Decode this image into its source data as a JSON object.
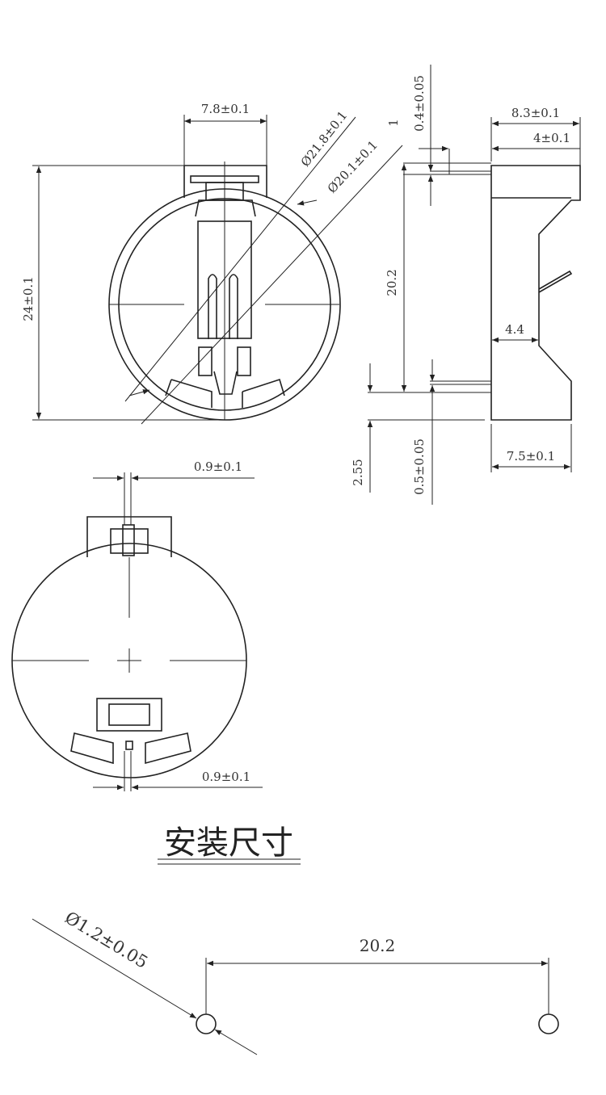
{
  "top_view": {
    "width_tab": "7.8±0.1",
    "height": "24±0.1",
    "outer_diameter": "Ø21.8±0.1",
    "inner_diameter": "Ø20.1±0.1"
  },
  "side_view": {
    "depth_total": "8.3±0.1",
    "depth_pin": "4±0.1",
    "pin_thickness_top": "0.4±0.05",
    "top_offset": "1",
    "pin_spacing": "20.2",
    "waist": "4.4",
    "bottom_offset": "2.55",
    "pin_thickness_bottom": "0.5±0.05",
    "base_depth": "7.5±0.1"
  },
  "bottom_view": {
    "top_pin_width": "0.9±0.1",
    "bottom_pin_width": "0.9±0.1"
  },
  "section_title": "安装尺寸",
  "footprint": {
    "hole_diameter": "Ø1.2±0.05",
    "hole_spacing": "20.2"
  }
}
